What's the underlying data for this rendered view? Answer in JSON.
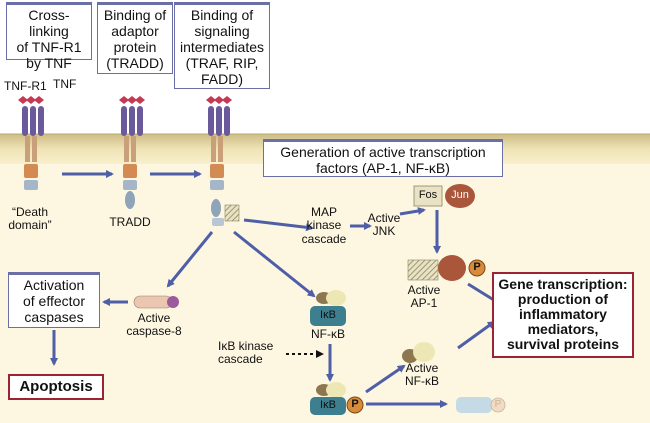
{
  "steps": {
    "s1": "Cross-linking\nof TNF-R1\nby TNF",
    "s2": "Binding of\nadaptor\nprotein\n(TRADD)",
    "s3": "Binding of\nsignaling\nintermediates\n(TRAF, RIP,\nFADD)"
  },
  "receptor": {
    "tnfr1": "TNF-R1",
    "tnf": "TNF",
    "death_domain": "“Death\ndomain”",
    "tradd": "TRADD"
  },
  "transcription_factors": "Generation of active transcription\nfactors (AP-1, NF-κB)",
  "pathway": {
    "map_kinase": "MAP\nkinase\ncascade",
    "active_jnk": "Active\nJNK",
    "fos": "Fos",
    "jun": "Jun",
    "active_ap1": "Active\nAP-1",
    "p": "P",
    "ikb": "IκB",
    "nfkb": "NF-κB",
    "ikb_kinase": "IκB kinase\ncascade",
    "active_nfkb": "Active\nNF-κB"
  },
  "caspase": {
    "activation": "Activation\nof effector\ncaspases",
    "active_caspase8": "Active\ncaspase-8",
    "apoptosis": "Apoptosis"
  },
  "gene_transcription": "Gene transcription:\nproduction of\ninflammatory\nmediators,\nsurvival proteins",
  "colors": {
    "membrane": "#f1e6bd",
    "cytoplasm": "#fdf7e1",
    "arrow": "#4e5fa8",
    "accent": "#9b2335",
    "receptor_purple": "#6b5a9b",
    "domain_orange": "#d48a53"
  }
}
